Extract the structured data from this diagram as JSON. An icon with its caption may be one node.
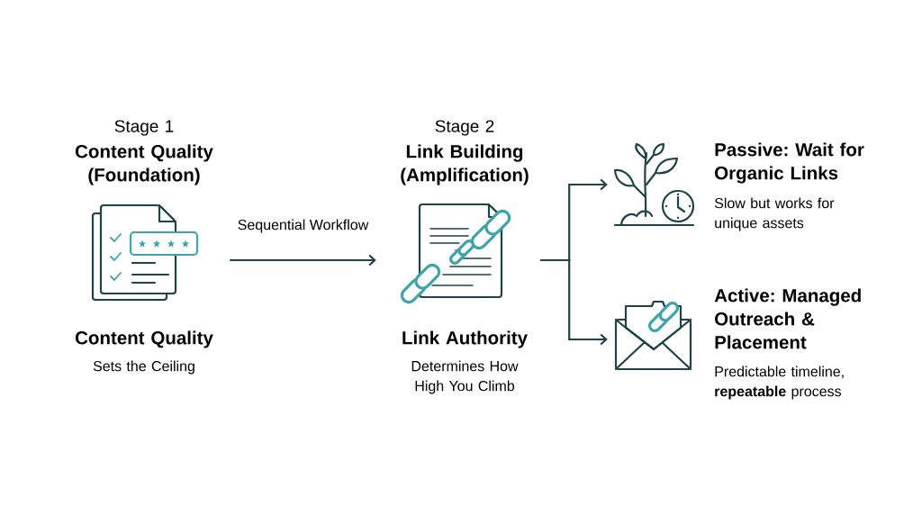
{
  "diagram": {
    "nodes": [
      {
        "text": [
          "Stage 1",
          "Content Quality (Foundation)",
          "Content Quality",
          "Sets the Ceiling"
        ]
      },
      {
        "text": [
          "Stage 2",
          "Link Building (Amplification)",
          "Link Authority",
          "Determines How High You Climb"
        ]
      },
      {
        "text": [
          "Passive: Wait for Organic Links",
          "Slow but works for unique assets"
        ]
      },
      {
        "text": [
          "Active: Managed Outreach & Placement",
          "Predictable timeline, **repeatable** process"
        ]
      }
    ],
    "edges": [
      {
        "from": 0,
        "to": 1,
        "arrow": "to",
        "label": "Sequential Workflow"
      },
      {
        "from": 1,
        "to": 2,
        "arrow": "to"
      },
      {
        "from": 1,
        "to": 3,
        "arrow": "to"
      }
    ]
  }
}
